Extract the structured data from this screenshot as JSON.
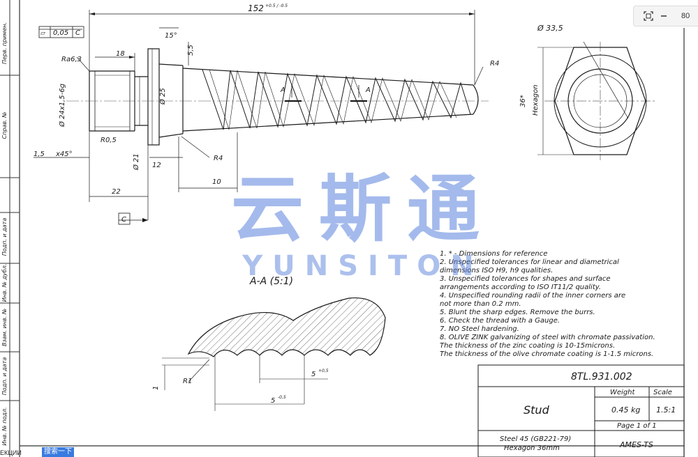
{
  "toolbar": {
    "fit_icon": "fit-screen-icon",
    "minus_icon": "minus-icon",
    "zoom": "80"
  },
  "drawing": {
    "overall_length": "152",
    "overall_length_tol": "+0.5 / -0.5",
    "flatness_frame": [
      "⏥",
      "0,05",
      "C"
    ],
    "roughness": "Ra6,3",
    "len_18": "18",
    "angle_15": "15°",
    "dim_5_5": "5,5",
    "dim_r4_tip": "R4",
    "thread": "Ø 24x1,5-6g",
    "dia_25": "Ø 25",
    "r05": "R0,5",
    "chamfer": "1,5",
    "chamfer_angle": "x45°",
    "dia_21": "Ø 21",
    "len_12": "12",
    "r4_root": "R4",
    "len_10": "10",
    "len_22": "22",
    "datum_c": "C",
    "section_marker": "A",
    "hex_dia": "Ø 33,5",
    "hex_across": "36*",
    "hex_word": "Hexagon",
    "section_title": "A-A (5:1)",
    "sec_r1": "R1",
    "sec_h1": "1",
    "sec_5a": "5",
    "sec_5b": "5",
    "tol_plus": "+0,5",
    "tol_minus": "-0,5"
  },
  "notes": [
    "1. * - Dimensions for reference",
    "2. Unspecified tolerances for linear and diametrical",
    "    dimensions ISO H9, h9 qualities.",
    "3. Unspecified tolerances for shapes and surface",
    "    arrangements according to ISO IT11/2 quality.",
    "4. Unspecified rounding radii of the inner corners are",
    "    not more than 0.2 mm.",
    "5. Blunt the sharp edges. Remove the burrs.",
    "6. Check the thread with a Gauge.",
    "7. NO Steel hardening.",
    "8. OLIVE ZINK galvanizing of steel with chromate passivation.",
    "    The thickness of the zinc coating is 10-15microns.",
    "    The thickness of the olive chromate coating is 1-1.5 microns."
  ],
  "title_block": {
    "code": "8TL.931.002",
    "name": "Stud",
    "weight_label": "Weight",
    "weight": "0.45 kg",
    "scale_label": "Scale",
    "scale": "1.5:1",
    "page": "Page 1 of 1",
    "material_1": "Steel 45 (GB221-79)",
    "material_2": "Hexagon 36mm",
    "company": "AMES-TS"
  },
  "side_labels": [
    "Перв. примен.",
    "Справ. №",
    "Подп. и дата",
    "Инв. № дубл.",
    "Взам. инв. №",
    "Подп. и дата",
    "Инв. № подл."
  ],
  "watermark": {
    "cn": "云斯通",
    "en": "YUNSITON"
  },
  "taskbar": {
    "next_button": "搜索一下",
    "corner": "ЕКЦИИ"
  }
}
